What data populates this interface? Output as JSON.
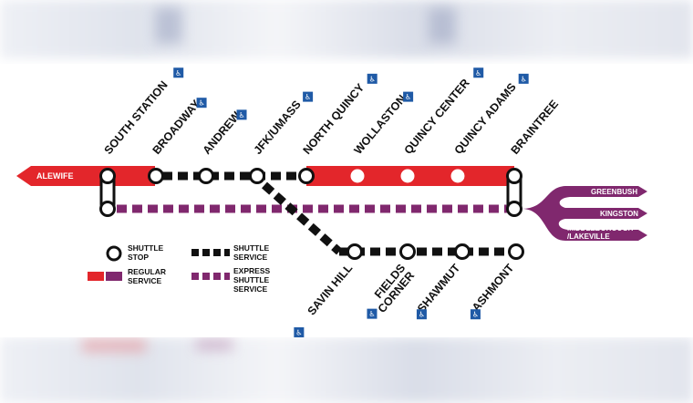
{
  "colors": {
    "red_line": "#e3262b",
    "purple": "#80286e",
    "shuttle": "#111111",
    "stop_fill": "#ffffff",
    "accessible_badge": "#1f5aa6"
  },
  "diagram": {
    "alewife_label": "ALEWIFE",
    "upper_stations": [
      {
        "name": "SOUTH STATION",
        "accessible": true
      },
      {
        "name": "BROADWAY",
        "accessible": true
      },
      {
        "name": "ANDREW",
        "accessible": true
      },
      {
        "name": "JFK/UMASS",
        "accessible": true
      },
      {
        "name": "NORTH QUINCY",
        "accessible": true
      },
      {
        "name": "WOLLASTON",
        "accessible": true
      },
      {
        "name": "QUINCY CENTER",
        "accessible": true
      },
      {
        "name": "QUINCY ADAMS",
        "accessible": true
      },
      {
        "name": "BRAINTREE",
        "accessible": false
      }
    ],
    "lower_stations": [
      {
        "name": "SAVIN HILL",
        "accessible": true
      },
      {
        "name": "FIELDS CORNER",
        "accessible": true,
        "lines": [
          "FIELDS",
          "CORNER"
        ]
      },
      {
        "name": "SHAWMUT",
        "accessible": true
      },
      {
        "name": "ASHMONT",
        "accessible": true
      }
    ],
    "commuter_rail": [
      "GREENBUSH",
      "KINGSTON"
    ],
    "commuter_rail_multiline": [
      "MIDDLEBOROUGH",
      "/LAKEVILLE"
    ]
  },
  "legend": {
    "shuttle_stop": [
      "SHUTTLE",
      "STOP"
    ],
    "shuttle_service": [
      "SHUTTLE",
      "SERVICE"
    ],
    "regular_service": [
      "REGULAR",
      "SERVICE"
    ],
    "express_shuttle_service": [
      "EXPRESS",
      "SHUTTLE",
      "SERVICE"
    ]
  },
  "icons": {
    "accessible": "wheelchair-accessible-icon",
    "arrow": "direction-arrow-icon"
  }
}
